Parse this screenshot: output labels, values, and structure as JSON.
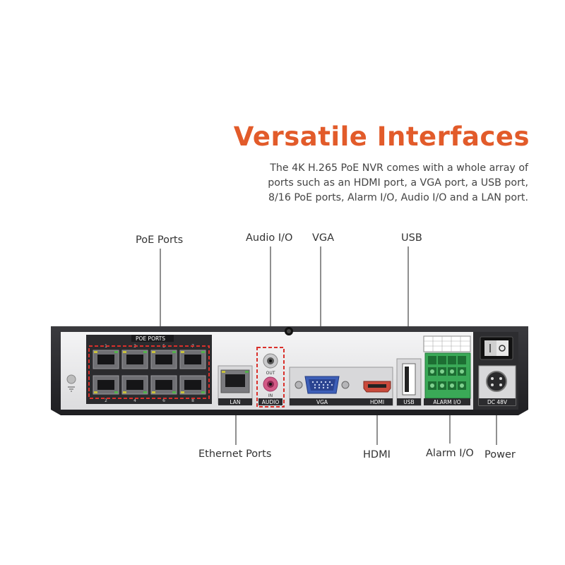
{
  "header": {
    "title": "Versatile Interfaces",
    "description_lines": [
      "The 4K H.265 PoE NVR comes with a whole array of",
      "ports such as an HDMI port, a VGA port, a USB port,",
      "8/16 PoE ports, Alarm I/O, Audio I/O and a LAN port."
    ]
  },
  "callouts": {
    "poe_ports": "PoE Ports",
    "audio_io": "Audio I/O",
    "vga": "VGA",
    "usb": "USB",
    "ethernet_ports": "Ethernet Ports",
    "hdmi": "HDMI",
    "alarm_io": "Alarm I/O",
    "power": "Power"
  },
  "device_labels": {
    "poe_ports": "POE PORTS",
    "port_numbers_top": [
      "1",
      "3",
      "5",
      "7"
    ],
    "port_numbers_bottom": [
      "2",
      "4",
      "6",
      "8"
    ],
    "lan": "LAN",
    "audio": "AUDIO",
    "audio_out": "OUT",
    "audio_in": "IN",
    "vga": "VGA",
    "hdmi": "HDMI",
    "usb": "USB",
    "alarm_io": "ALARM I/O",
    "dc": "DC 48V"
  },
  "colors": {
    "accent": "#e25b2a",
    "highlight_dash": "#d9302b",
    "callout_line": "#666666",
    "chassis": "#2a2a2d",
    "panel": "#e9e9ea",
    "terminal_green": "#3aa957"
  }
}
